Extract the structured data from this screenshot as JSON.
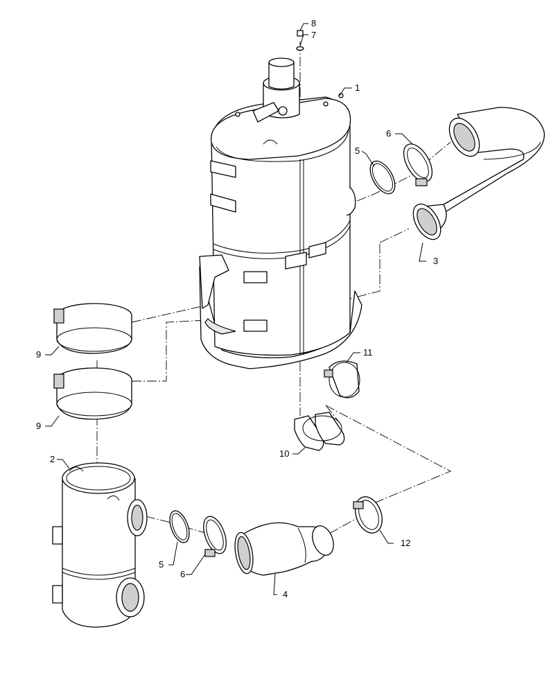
{
  "callouts": {
    "c1": "1",
    "c2": "2",
    "c3": "3",
    "c4": "4",
    "c5a": "5",
    "c5b": "5",
    "c6a": "6",
    "c6b": "6",
    "c7": "7",
    "c8": "8",
    "c9a": "9",
    "c9b": "9",
    "c10": "10",
    "c11": "11",
    "c12": "12"
  }
}
